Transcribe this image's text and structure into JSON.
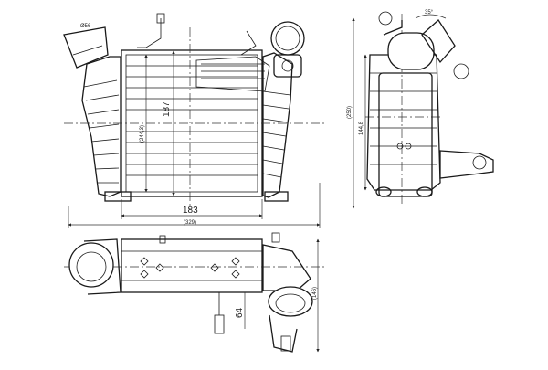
{
  "dimensions": {
    "width_main": "183",
    "width_overall": "(329)",
    "height_main": "187",
    "height_core": "(244,3)",
    "height_side": "144,8",
    "height_side_overall": "(250)",
    "depth_core": "64",
    "depth_overall": "(146)",
    "inlet_dia": "Ø56",
    "angle": "35°"
  }
}
